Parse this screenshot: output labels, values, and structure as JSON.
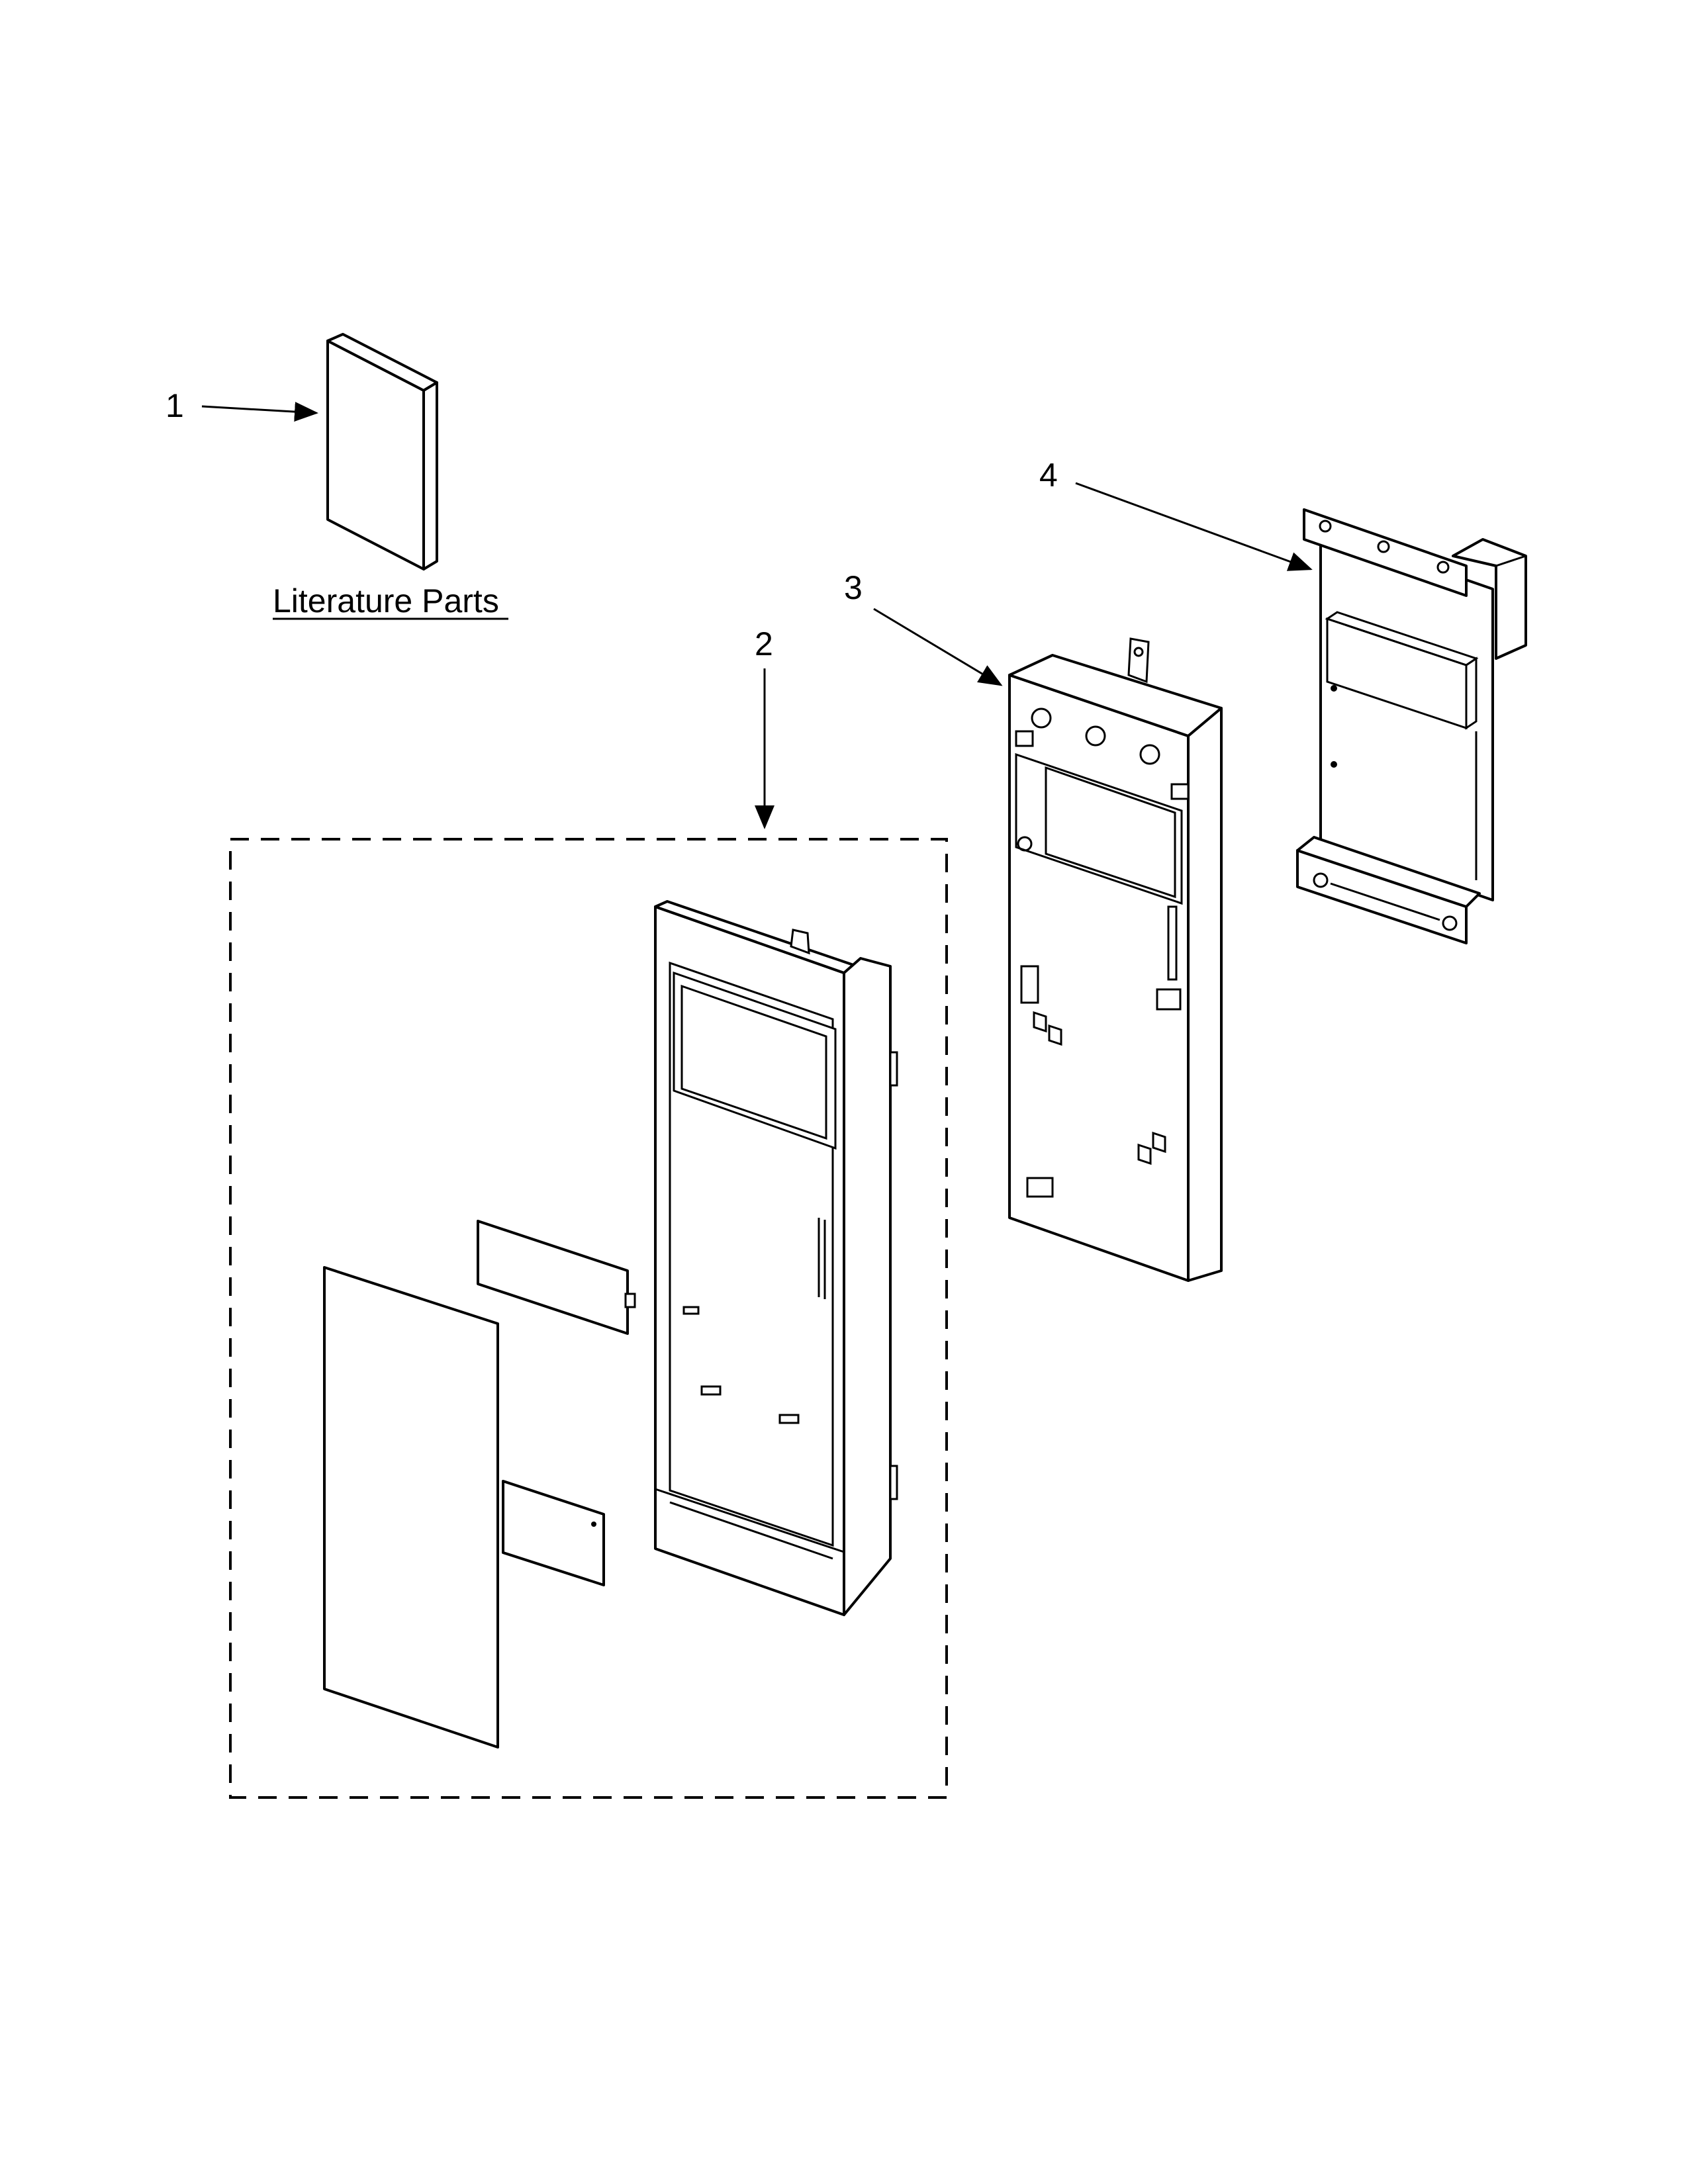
{
  "literature": {
    "label": "Literature Parts"
  },
  "callouts": [
    {
      "id": "1",
      "text": "1"
    },
    {
      "id": "2",
      "text": "2"
    },
    {
      "id": "3",
      "text": "3"
    },
    {
      "id": "4",
      "text": "4"
    }
  ],
  "colors": {
    "line": "#000000",
    "background": "#ffffff"
  }
}
